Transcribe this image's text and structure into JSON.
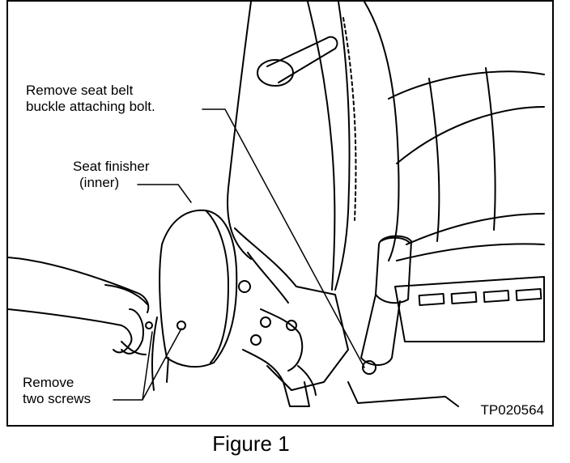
{
  "callouts": {
    "seat_belt_bolt": {
      "line1": "Remove seat belt",
      "line2": "buckle attaching bolt."
    },
    "seat_finisher": {
      "line1": "Seat finisher",
      "line2": "(inner)"
    },
    "screws": {
      "line1": "Remove",
      "line2": "two screws"
    }
  },
  "figure_code": "TP020564",
  "caption": "Figure 1",
  "colors": {
    "line": "#000000",
    "background": "#ffffff"
  }
}
